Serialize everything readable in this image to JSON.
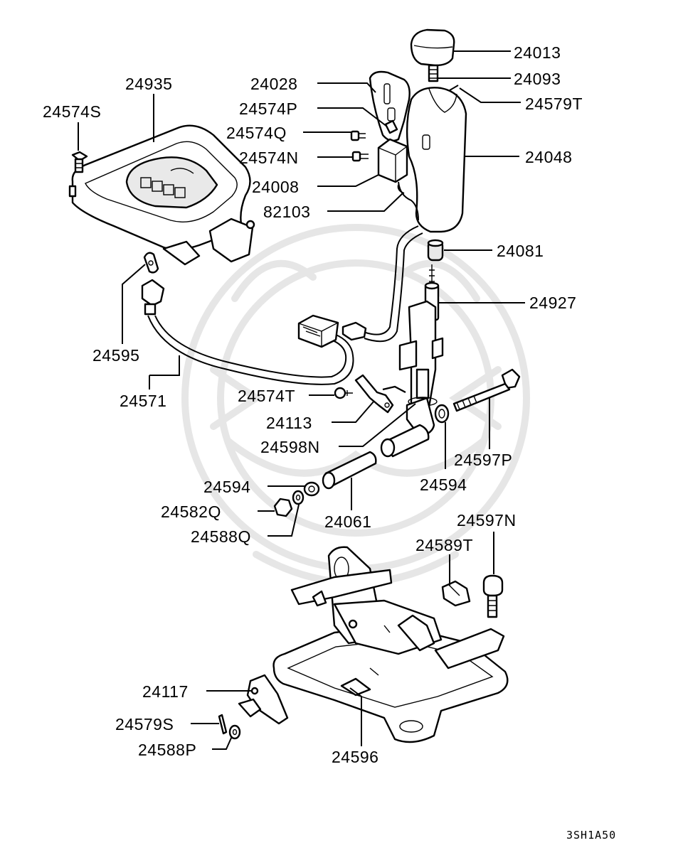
{
  "diagram": {
    "labels": [
      {
        "key": "l24013",
        "text": "24013"
      },
      {
        "key": "l24093",
        "text": "24093"
      },
      {
        "key": "l24579T",
        "text": "24579T"
      },
      {
        "key": "l24048",
        "text": "24048"
      },
      {
        "key": "l24028",
        "text": "24028"
      },
      {
        "key": "l24574P",
        "text": "24574P"
      },
      {
        "key": "l24574Q",
        "text": "24574Q"
      },
      {
        "key": "l24574N",
        "text": "24574N"
      },
      {
        "key": "l24008",
        "text": "24008"
      },
      {
        "key": "l82103",
        "text": "82103"
      },
      {
        "key": "l24935",
        "text": "24935"
      },
      {
        "key": "l24574S",
        "text": "24574S"
      },
      {
        "key": "l24081",
        "text": "24081"
      },
      {
        "key": "l24927",
        "text": "24927"
      },
      {
        "key": "l24595",
        "text": "24595"
      },
      {
        "key": "l24571",
        "text": "24571"
      },
      {
        "key": "l24574T",
        "text": "24574T"
      },
      {
        "key": "l24113",
        "text": "24113"
      },
      {
        "key": "l24598N",
        "text": "24598N"
      },
      {
        "key": "l24597P",
        "text": "24597P"
      },
      {
        "key": "l24594a",
        "text": "24594"
      },
      {
        "key": "l24594b",
        "text": "24594"
      },
      {
        "key": "l24582Q",
        "text": "24582Q"
      },
      {
        "key": "l24588Q",
        "text": "24588Q"
      },
      {
        "key": "l24061",
        "text": "24061"
      },
      {
        "key": "l24597N",
        "text": "24597N"
      },
      {
        "key": "l24589T",
        "text": "24589T"
      },
      {
        "key": "l24117",
        "text": "24117"
      },
      {
        "key": "l24579S",
        "text": "24579S"
      },
      {
        "key": "l24588P",
        "text": "24588P"
      },
      {
        "key": "l24596",
        "text": "24596"
      }
    ],
    "drawing_code": "3SH1A50"
  }
}
